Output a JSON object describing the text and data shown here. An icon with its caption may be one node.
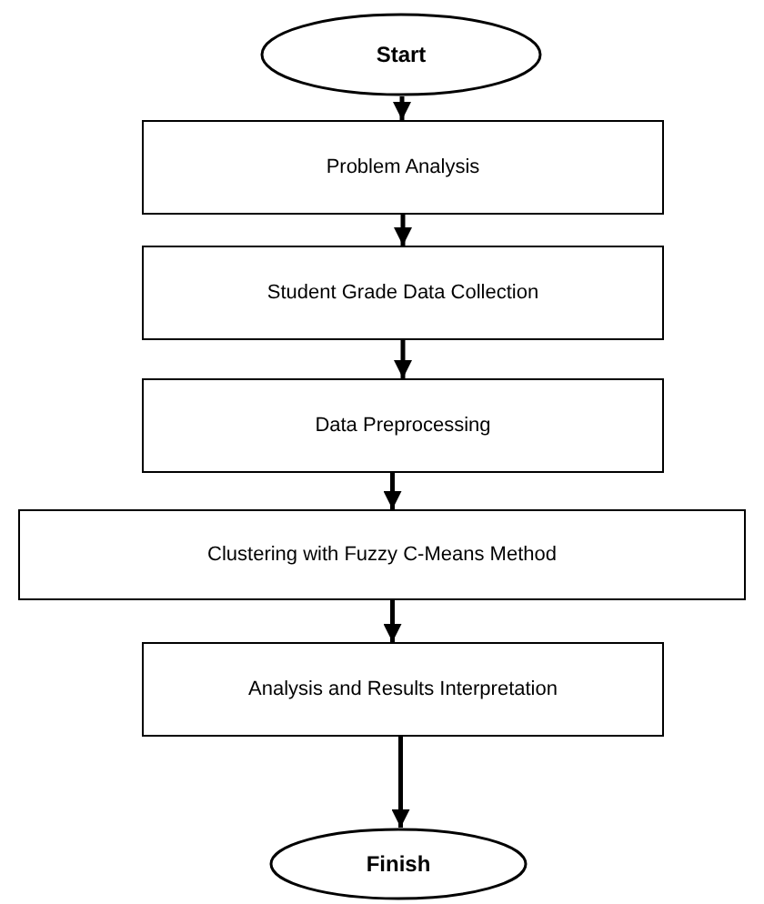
{
  "diagram": {
    "nodes": [
      {
        "text": [
          "Start"
        ]
      },
      {
        "text": [
          "Problem Analysis"
        ]
      },
      {
        "text": [
          "Student Grade Data Collection"
        ]
      },
      {
        "text": [
          "Data Preprocessing"
        ]
      },
      {
        "text": [
          "Clustering with Fuzzy C-Means Method"
        ]
      },
      {
        "text": [
          "Analysis and Results Interpretation"
        ]
      },
      {
        "text": [
          "Finish"
        ]
      }
    ],
    "edges": [
      {
        "from": 0,
        "to": 1,
        "arrow": "to"
      },
      {
        "from": 1,
        "to": 2,
        "arrow": "to"
      },
      {
        "from": 2,
        "to": 3,
        "arrow": "to"
      },
      {
        "from": 3,
        "to": 4,
        "arrow": "to"
      },
      {
        "from": 4,
        "to": 5,
        "arrow": "to"
      },
      {
        "from": 5,
        "to": 6,
        "arrow": "to"
      }
    ]
  }
}
